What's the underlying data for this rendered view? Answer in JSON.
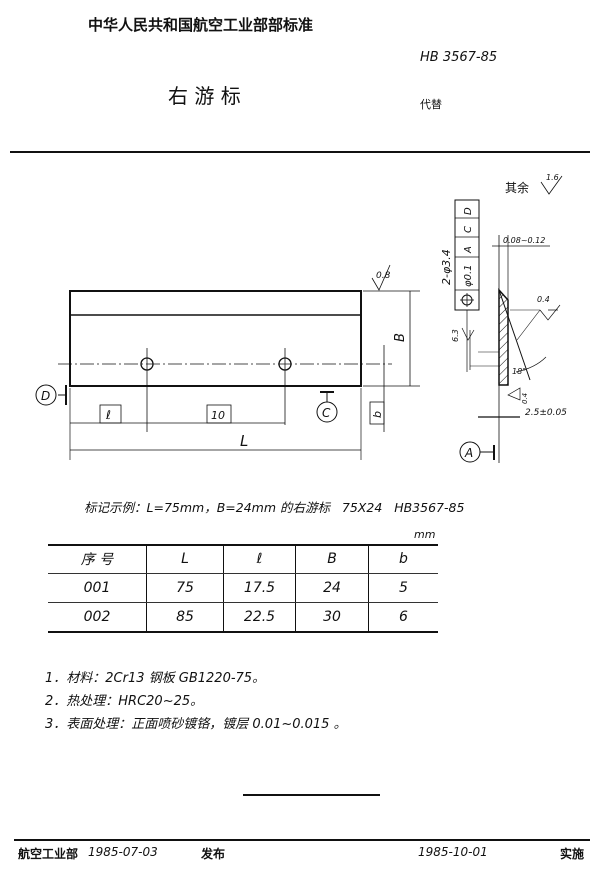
{
  "header": {
    "org_standard": "中华人民共和国航空工业部部标准",
    "standard_no": "HB 3567-85",
    "title": "右 游 标",
    "replaces": "代替"
  },
  "drawing": {
    "roughness_rest": "其余",
    "roughness_rest_value": "1.6",
    "roughness_top": "0.8",
    "dim_B": "B",
    "dim_L": "L",
    "dim_l": "ℓ",
    "dim_10": "10",
    "dim_b": "b",
    "datum_D": "D",
    "datum_C": "C",
    "datum_A": "A",
    "holes": "2-φ3.4",
    "position_tol": "φ0.1",
    "frame_A": "A",
    "frame_C": "C",
    "frame_D": "D",
    "edge_range": "0.08~0.12",
    "roughness_bevel": "0.4",
    "roughness_hole": "6.3",
    "angle": "18°",
    "roughness_bottom": "0.4",
    "thickness": "2.5±0.05"
  },
  "marking_example": "标记示例：L=75mm，B=24mm 的右游标   75X24   HB3567-85",
  "table": {
    "unit": "mm",
    "headers": [
      "序 号",
      "L",
      "ℓ",
      "B",
      "b"
    ],
    "rows": [
      [
        "001",
        "75",
        "17.5",
        "24",
        "5"
      ],
      [
        "002",
        "85",
        "22.5",
        "30",
        "6"
      ]
    ]
  },
  "notes": [
    "1．材料：2Cr13 钢板 GB1220-75。",
    "2．热处理：HRC20~25。",
    "3．表面处理：正面喷砂镀铬，镀层 0.01~0.015 。"
  ],
  "footer": {
    "issuer": "航空工业部",
    "issue_date": "1985-07-03",
    "issue_label": "发布",
    "effective_date": "1985-10-01",
    "effective_label": "实施"
  }
}
